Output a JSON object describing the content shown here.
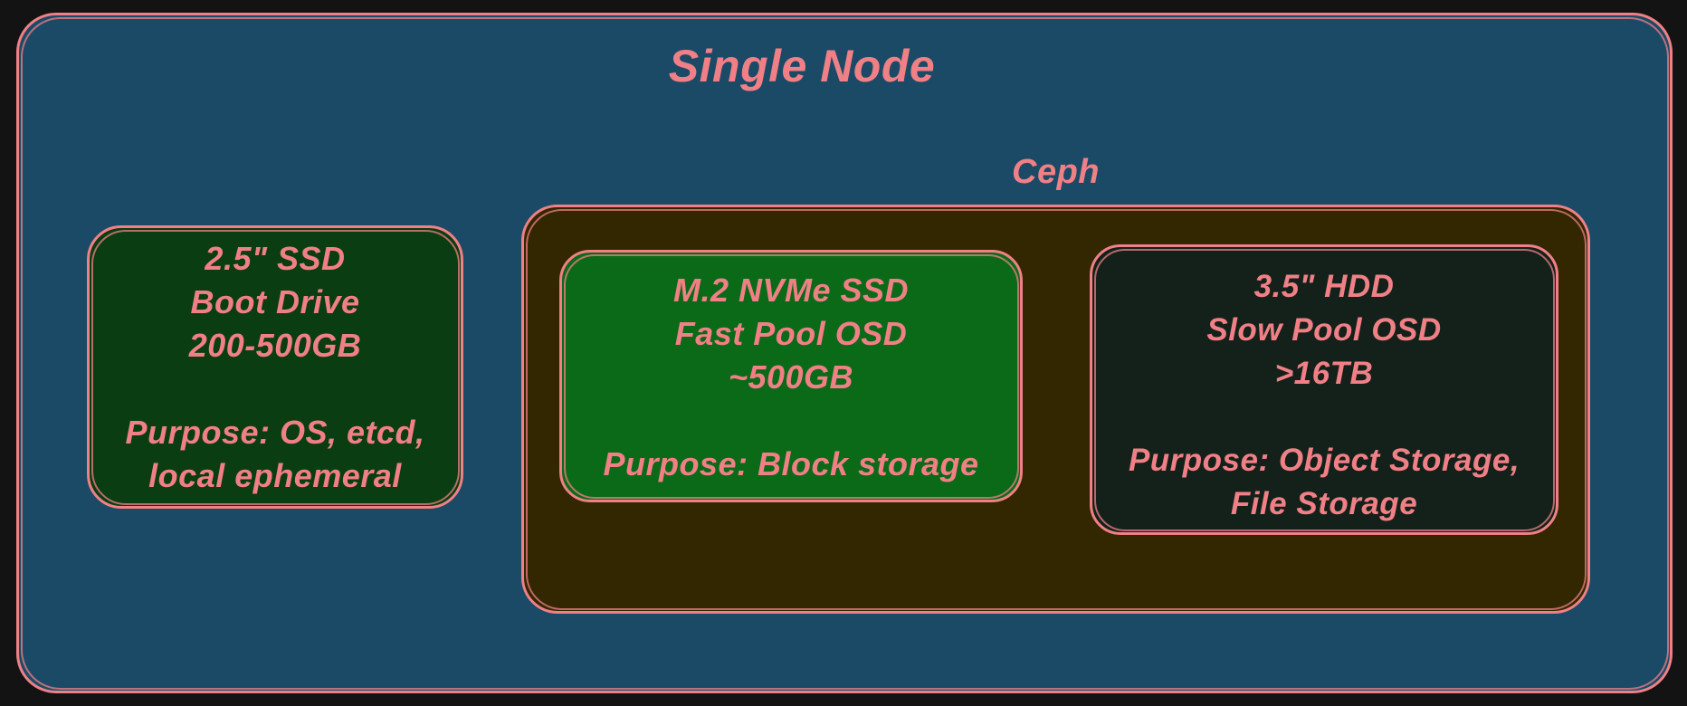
{
  "diagram": {
    "title": "Single Node",
    "node": {
      "boot_drive": {
        "text": "2.5\" SSD\nBoot Drive\n200-500GB\n\nPurpose: OS, etcd,\nlocal ephemeral"
      },
      "ceph": {
        "label": "Ceph",
        "fast_pool": {
          "text": "M.2 NVMe SSD\nFast Pool OSD\n~500GB\n\nPurpose: Block storage"
        },
        "slow_pool": {
          "text": "3.5\" HDD\nSlow Pool OSD\n>16TB\n\nPurpose: Object Storage,\nFile Storage"
        }
      }
    },
    "colors": {
      "canvas_background": "#131313",
      "stroke_and_text": "#f08086",
      "node_fill": "#1b4a66",
      "ceph_fill": "#332702",
      "boot_drive_fill": "#0a3d12",
      "fast_pool_fill": "#0b6a18",
      "slow_pool_fill": "#13211a"
    }
  }
}
